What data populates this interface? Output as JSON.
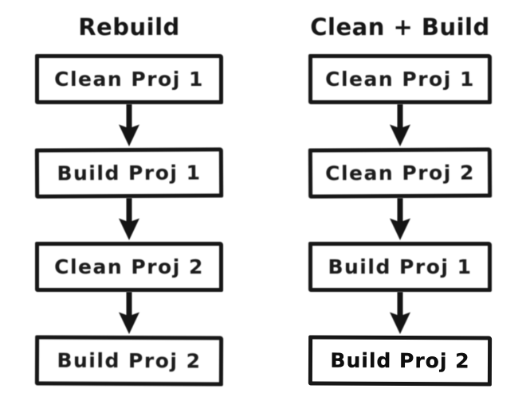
{
  "diagram": {
    "columns": [
      {
        "title": "Rebuild",
        "steps": [
          "Clean Proj 1",
          "Build Proj 1",
          "Clean Proj 2",
          "Build Proj 2"
        ]
      },
      {
        "title": "Clean + Build",
        "steps": [
          "Clean Proj 1",
          "Clean Proj 2",
          "Build Proj 1",
          "Build Proj 2"
        ]
      }
    ],
    "connector_icon": "down-arrow-icon",
    "colors": {
      "ink": "#171717",
      "background": "#ffffff"
    }
  }
}
